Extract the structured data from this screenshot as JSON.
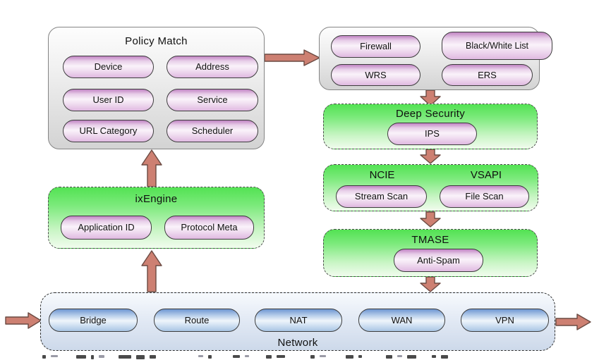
{
  "boxes": {
    "policy_match": {
      "title": "Policy Match",
      "pills": [
        "Device",
        "Address",
        "User ID",
        "Service",
        "URL Category",
        "Scheduler"
      ]
    },
    "services": {
      "pills": [
        "Firewall",
        "Black/White List",
        "WRS",
        "ERS"
      ]
    },
    "deep_security": {
      "title": "Deep Security",
      "pills": [
        "IPS"
      ]
    },
    "ncie_vsapi": {
      "titles": [
        "NCIE",
        "VSAPI"
      ],
      "pills": [
        "Stream Scan",
        "File Scan"
      ]
    },
    "tmase": {
      "title": "TMASE",
      "pills": [
        "Anti-Spam"
      ]
    },
    "ixengine": {
      "title": "ixEngine",
      "pills": [
        "Application ID",
        "Protocol Meta"
      ]
    },
    "network": {
      "title": "Network",
      "pills": [
        "Bridge",
        "Route",
        "NAT",
        "WAN",
        "VPN"
      ]
    }
  },
  "colors": {
    "arrow_fill": "#cd8072",
    "arrow_stroke": "#6b4a42",
    "green_box_top": "#53e253",
    "purple_pill_top": "#c184c3",
    "blue_pill_top": "#6e96d2",
    "gray_box_border": "#848484",
    "dashed_border": "#4c4c4c",
    "network_box_bottom": "#cdd9ea"
  }
}
